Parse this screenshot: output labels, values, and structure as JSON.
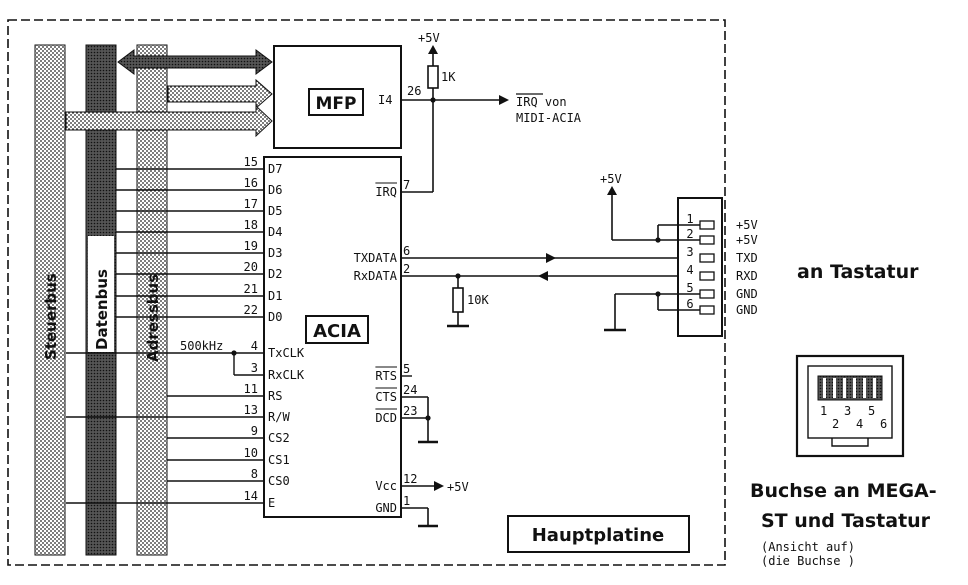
{
  "buses": {
    "steuerbus": "Steuerbus",
    "datenbus": "Datenbus",
    "adressbus": "Adressbus"
  },
  "mfp": {
    "label": "MFP",
    "pin_name": "I4",
    "pin_num": "26"
  },
  "pullup": {
    "supply": "+5V",
    "resistor": "1K"
  },
  "irq": {
    "line1": "IRQ von",
    "line2": "MIDI-ACIA"
  },
  "acia": {
    "label": "ACIA",
    "left_pins": [
      {
        "num": "15",
        "name": "D7"
      },
      {
        "num": "16",
        "name": "D6"
      },
      {
        "num": "17",
        "name": "D5"
      },
      {
        "num": "18",
        "name": "D4"
      },
      {
        "num": "19",
        "name": "D3"
      },
      {
        "num": "20",
        "name": "D2"
      },
      {
        "num": "21",
        "name": "D1"
      },
      {
        "num": "22",
        "name": "D0"
      },
      {
        "num": "4",
        "name": "TxCLK"
      },
      {
        "num": "3",
        "name": "RxCLK"
      },
      {
        "num": "11",
        "name": "RS"
      },
      {
        "num": "13",
        "name": "R/W"
      },
      {
        "num": "9",
        "name": "CS2"
      },
      {
        "num": "10",
        "name": "CS1"
      },
      {
        "num": "8",
        "name": "CS0"
      },
      {
        "num": "14",
        "name": "E"
      }
    ],
    "right_pins": [
      {
        "num": "7",
        "name": "IRQ"
      },
      {
        "num": "6",
        "name": "TXDATA"
      },
      {
        "num": "2",
        "name": "RxDATA"
      },
      {
        "num": "5",
        "name": "RTS"
      },
      {
        "num": "24",
        "name": "CTS"
      },
      {
        "num": "23",
        "name": "DCD"
      },
      {
        "num": "12",
        "name": "Vcc"
      },
      {
        "num": "1",
        "name": "GND"
      }
    ]
  },
  "clock_label": "500kHz",
  "vcc_supply": "+5V",
  "pulldown_resistor": "10K",
  "connector": {
    "supply": "+5V",
    "pins": [
      {
        "num": "1",
        "signal": "+5V"
      },
      {
        "num": "2",
        "signal": "+5V"
      },
      {
        "num": "3",
        "signal": "TXD"
      },
      {
        "num": "4",
        "signal": "RXD"
      },
      {
        "num": "5",
        "signal": "GND"
      },
      {
        "num": "6",
        "signal": "GND"
      }
    ],
    "caption": "an Tastatur"
  },
  "socket": {
    "numbers_top": [
      "1",
      "3",
      "5"
    ],
    "numbers_bottom": [
      "2",
      "4",
      "6"
    ],
    "caption_line1": "Buchse an MEGA-",
    "caption_line2": "ST und Tastatur",
    "note_line1": "(Ansicht auf)",
    "note_line2": "(die Buchse )"
  },
  "board_label": "Hauptplatine"
}
